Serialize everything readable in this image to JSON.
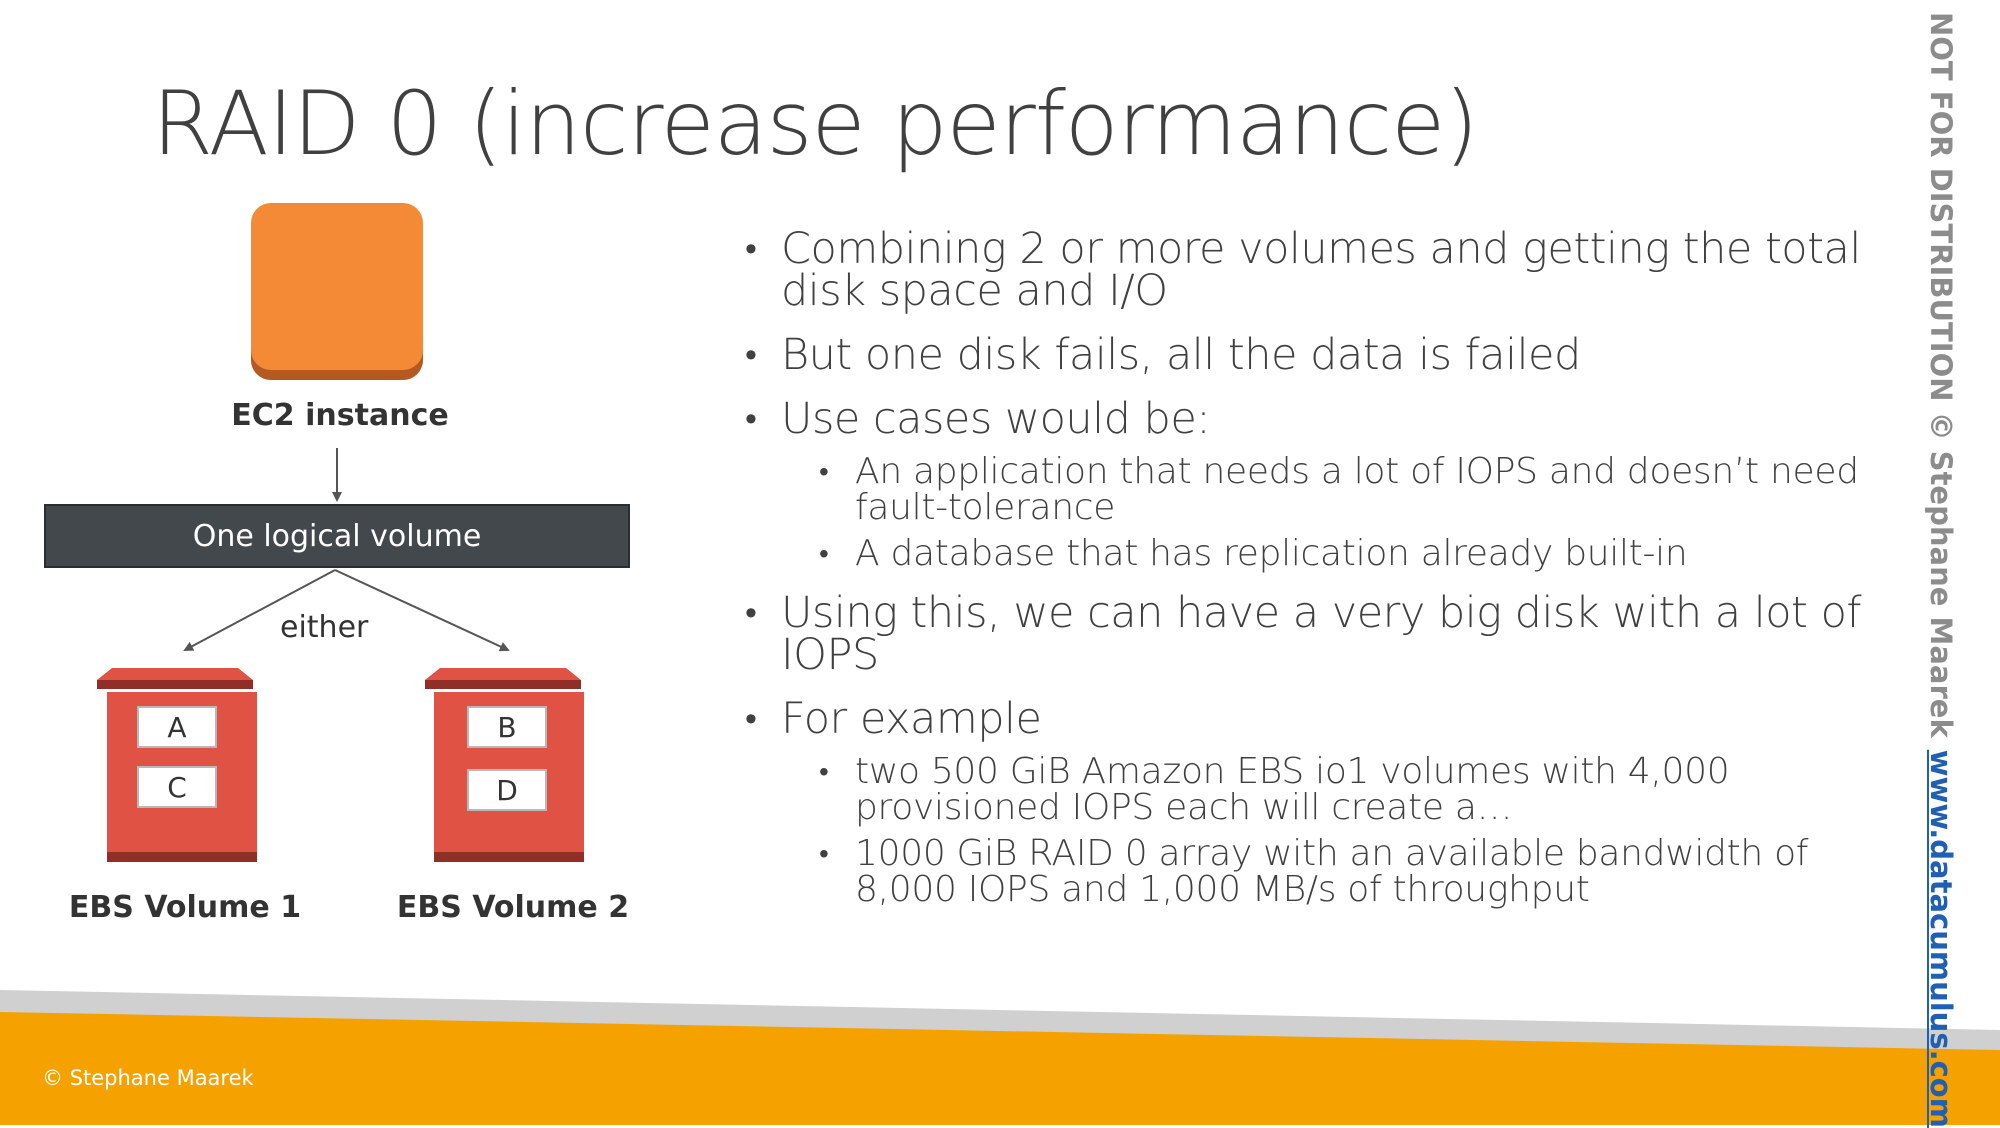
{
  "title": "RAID 0 (increase performance)",
  "diagram": {
    "ec2_label": "EC2 instance",
    "logical_volume": "One logical volume",
    "either": "either",
    "volume1": {
      "label": "EBS Volume 1",
      "blocks": [
        "A",
        "C"
      ]
    },
    "volume2": {
      "label": "EBS Volume 2",
      "blocks": [
        "B",
        "D"
      ]
    }
  },
  "bullets": [
    "Combining 2 or more volumes and getting the total disk space and I/O",
    "But one disk fails, all the data is failed",
    "Use cases would be:",
    "Using this, we can have a very big disk with a lot of IOPS",
    "For example"
  ],
  "sub_bullets_use_cases": [
    "An application that needs a lot of IOPS and doesn’t need fault-tolerance",
    "A database that has replication already built-in"
  ],
  "sub_bullets_example": [
    "two 500 GiB Amazon EBS io1 volumes with 4,000 provisioned IOPS each will create a…",
    "1000 GiB RAID 0 array with an available bandwidth of 8,000 IOPS and 1,000 MB/s of throughput"
  ],
  "footer": {
    "copyright": "© Stephane Maarek"
  },
  "watermark": {
    "text": "NOT FOR DISTRIBUTION © Stephane Maarek",
    "site": "www.datacumulus.com"
  },
  "colors": {
    "ec2": "#f48a35",
    "ebs": "#e05243",
    "logical_volume": "#43484c",
    "footer_orange": "#f5a200",
    "footer_gray": "#d0d0d0",
    "link": "#1f5fb4"
  }
}
